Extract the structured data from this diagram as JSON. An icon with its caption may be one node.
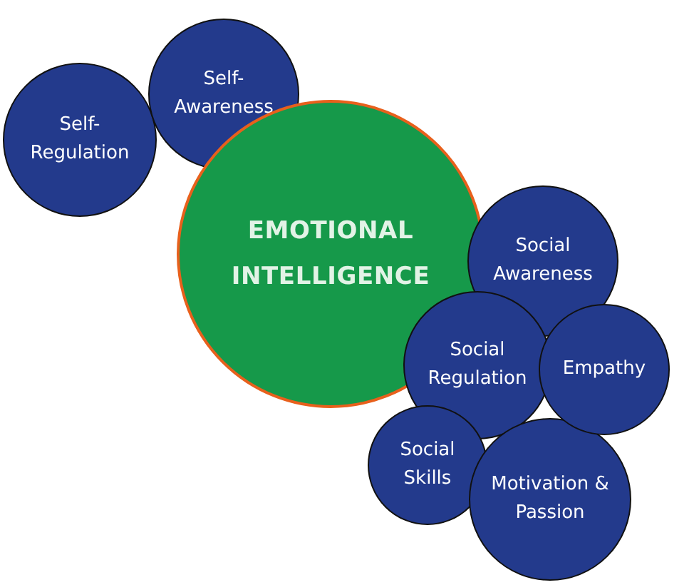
{
  "diagram": {
    "nodes": [
      {
        "text": [
          "Self-Regulation"
        ]
      },
      {
        "text": [
          "Self-Awareness"
        ]
      },
      {
        "text": [
          "EMOTIONAL INTELLIGENCE"
        ]
      },
      {
        "text": [
          "Social Awareness"
        ]
      },
      {
        "text": [
          "Social Regulation"
        ]
      },
      {
        "text": [
          "Empathy"
        ]
      },
      {
        "text": [
          "Social Skills"
        ]
      },
      {
        "text": [
          "Motivation & Passion"
        ]
      }
    ]
  }
}
